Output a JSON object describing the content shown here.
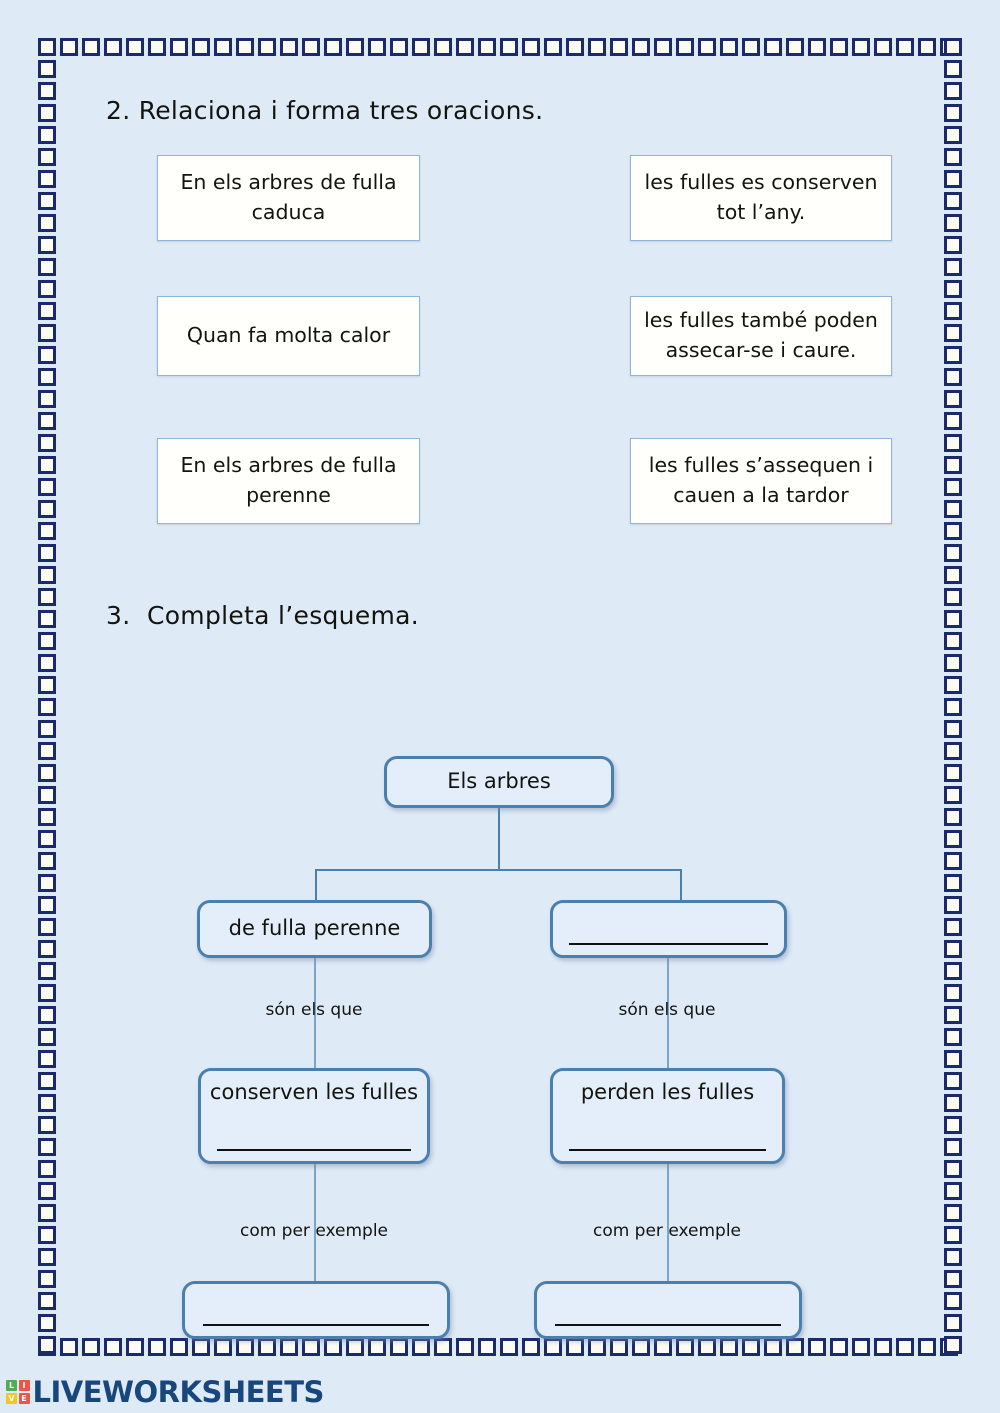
{
  "page": {
    "background_color": "#dfeaf7",
    "frame_color": "#1b2a6b"
  },
  "exercise2": {
    "heading": "2. Relaciona i forma tres oracions.",
    "left_items": [
      {
        "text": "En els arbres de fulla caduca"
      },
      {
        "text": "Quan fa molta calor"
      },
      {
        "text": "En els arbres de fulla perenne"
      }
    ],
    "right_items": [
      {
        "text": "les fulles es conserven tot l’any."
      },
      {
        "text": "les fulles també poden assecar-se i caure."
      },
      {
        "text": "les fulles s’assequen i cauen a la tardor"
      }
    ]
  },
  "exercise3": {
    "heading": "3.  Completa l’esquema.",
    "diagram": {
      "type": "tree",
      "accent_color": "#4a7fae",
      "node_fill": "#e4eefa",
      "root": {
        "label": "Els arbres"
      },
      "level1": [
        {
          "label": "de fulla perenne",
          "blank": false
        },
        {
          "label": "",
          "blank": true
        }
      ],
      "edge_labels_1": [
        "són els que",
        "són els que"
      ],
      "level2": [
        {
          "label": "conserven les fulles",
          "blank_line": true
        },
        {
          "label": "perden les fulles",
          "blank_line": true
        }
      ],
      "edge_labels_2": [
        "com per exemple",
        "com per exemple"
      ],
      "level3": [
        {
          "label": "",
          "blank": true
        },
        {
          "label": "",
          "blank": true
        }
      ]
    }
  },
  "footer": {
    "logo_text": "LIVEWORKSHEETS",
    "logo_tiles": [
      "L",
      "I",
      "V",
      "E"
    ],
    "logo_color": "#18477e"
  }
}
